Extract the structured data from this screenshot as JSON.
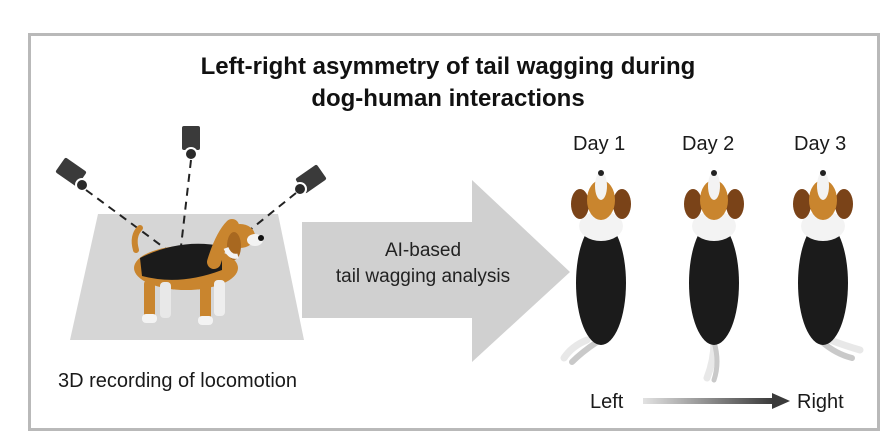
{
  "title": {
    "line1": "Left-right asymmetry of tail wagging during",
    "line2": "dog-human interactions"
  },
  "recording_label": "3D recording of locomotion",
  "analysis_label": {
    "line1": "AI-based",
    "line2": "tail wagging analysis"
  },
  "days": [
    "Day 1",
    "Day 2",
    "Day 3"
  ],
  "scale": {
    "left": "Left",
    "right": "Right"
  },
  "colors": {
    "frame": "#b9b9b9",
    "arrow": "#d0d0d0",
    "floor": "#d6d6d6",
    "dog_black": "#1b1b1b",
    "dog_tan": "#c9852e",
    "dog_white": "#f3f3f3"
  }
}
